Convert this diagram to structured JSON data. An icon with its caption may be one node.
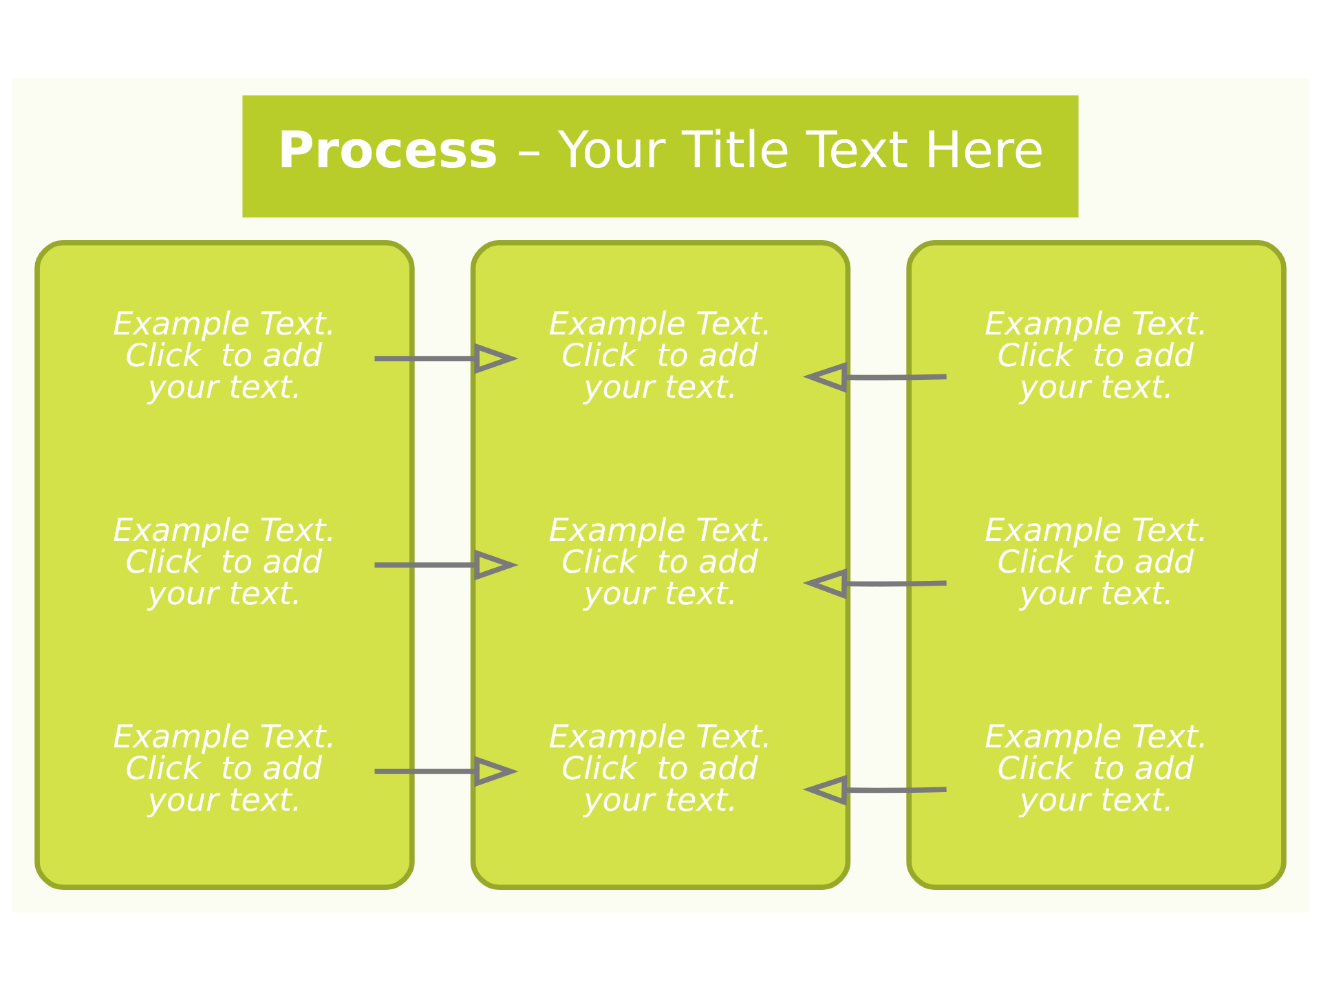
{
  "diagram": {
    "title": "**Process** – Your Title Text Here",
    "nodes": [
      {
        "text": [],
        "shape": "box"
      },
      {
        "text": [
          "Example Text. Click  to add your text."
        ],
        "in": 0
      },
      {
        "text": [
          "Example Text. Click  to add your text."
        ],
        "in": 0
      },
      {
        "text": [
          "Example Text. Click  to add your text."
        ],
        "in": 0
      },
      {
        "text": [],
        "shape": "box"
      },
      {
        "text": [
          "Example Text. Click  to add your text."
        ],
        "in": 4
      },
      {
        "text": [
          "Example Text. Click  to add your text."
        ],
        "in": 4
      },
      {
        "text": [
          "Example Text. Click  to add your text."
        ],
        "in": 4
      },
      {
        "text": [],
        "shape": "box"
      },
      {
        "text": [
          "Example Text. Click  to add your text."
        ],
        "in": 8
      },
      {
        "text": [
          "Example Text. Click  to add your text."
        ],
        "in": 8
      },
      {
        "text": [
          "Example Text. Click  to add your text."
        ],
        "in": 8
      }
    ],
    "edges": [
      {
        "from": 1,
        "to": 5,
        "arrow": "to"
      },
      {
        "from": 9,
        "to": 5,
        "arrow": "to"
      },
      {
        "from": 2,
        "to": 6,
        "arrow": "to"
      },
      {
        "from": 10,
        "to": 6,
        "arrow": "to"
      },
      {
        "from": 3,
        "to": 7,
        "arrow": "to"
      },
      {
        "from": 11,
        "to": 7,
        "arrow": "to"
      }
    ]
  }
}
